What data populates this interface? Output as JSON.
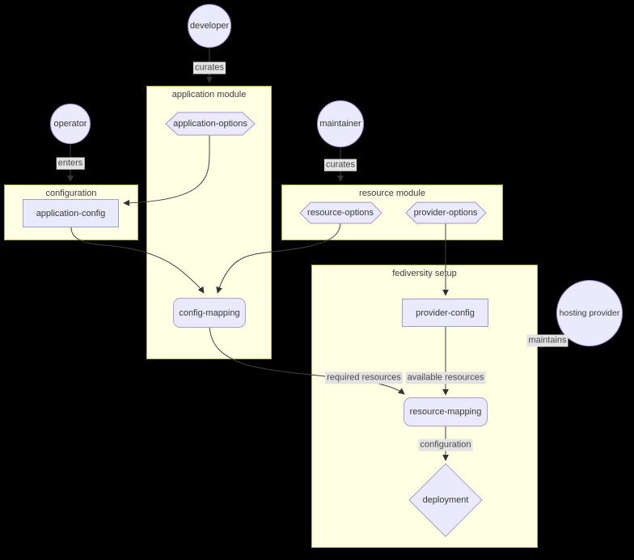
{
  "diagram": {
    "kind": "flowchart",
    "background": "#000000",
    "colors": {
      "cluster_fill": "#ffffe3",
      "cluster_border": "#b3b344",
      "node_fill": "#eaeafc",
      "node_border_purple": "#a694d6",
      "node_border_gray_purple": "#9e9ed0",
      "edge": "#3f3f3f",
      "edge_label_bg": "#e3e3e3",
      "text": "#383838"
    }
  },
  "actors": {
    "developer": "developer",
    "operator": "operator",
    "maintainer": "maintainer",
    "hosting_provider": "hosting provider"
  },
  "clusters": {
    "application_module": "application module",
    "configuration": "configuration",
    "resource_module": "resource module",
    "fediversity_setup": "fediversity setup"
  },
  "nodes": {
    "application_options": "application-options",
    "application_config": "application-config",
    "resource_options": "resource-options",
    "provider_options": "provider-options",
    "config_mapping": "config-mapping",
    "provider_config": "provider-config",
    "resource_mapping": "resource-mapping",
    "deployment": "deployment"
  },
  "edge_labels": {
    "developer_curates": "curates",
    "operator_enters": "enters",
    "maintainer_curates": "curates",
    "hosting_maintains": "maintains",
    "required_resources": "required resources",
    "available_resources": "available resources",
    "deploy_configuration": "configuration"
  }
}
